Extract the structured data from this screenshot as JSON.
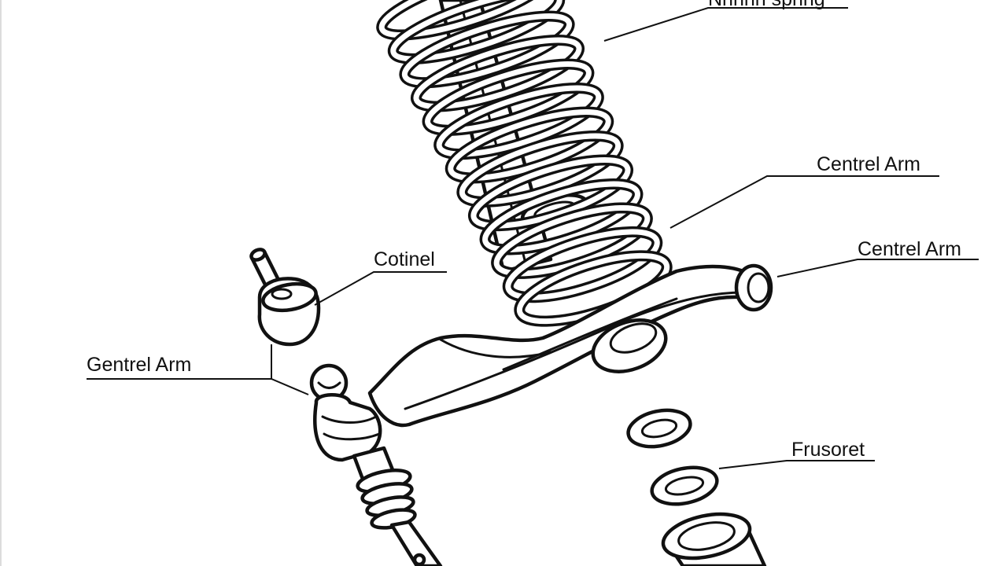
{
  "labels": {
    "top_spring": "Nhhhh spring",
    "control_arm_upper": "Centrel Arm",
    "control_arm_right": "Centrel Arm",
    "cotinel": "Cotinel",
    "control_arm_left": "Gentrel Arm",
    "frusoret": "Frusoret"
  },
  "colors": {
    "ink": "#111111",
    "paper": "#ffffff"
  }
}
